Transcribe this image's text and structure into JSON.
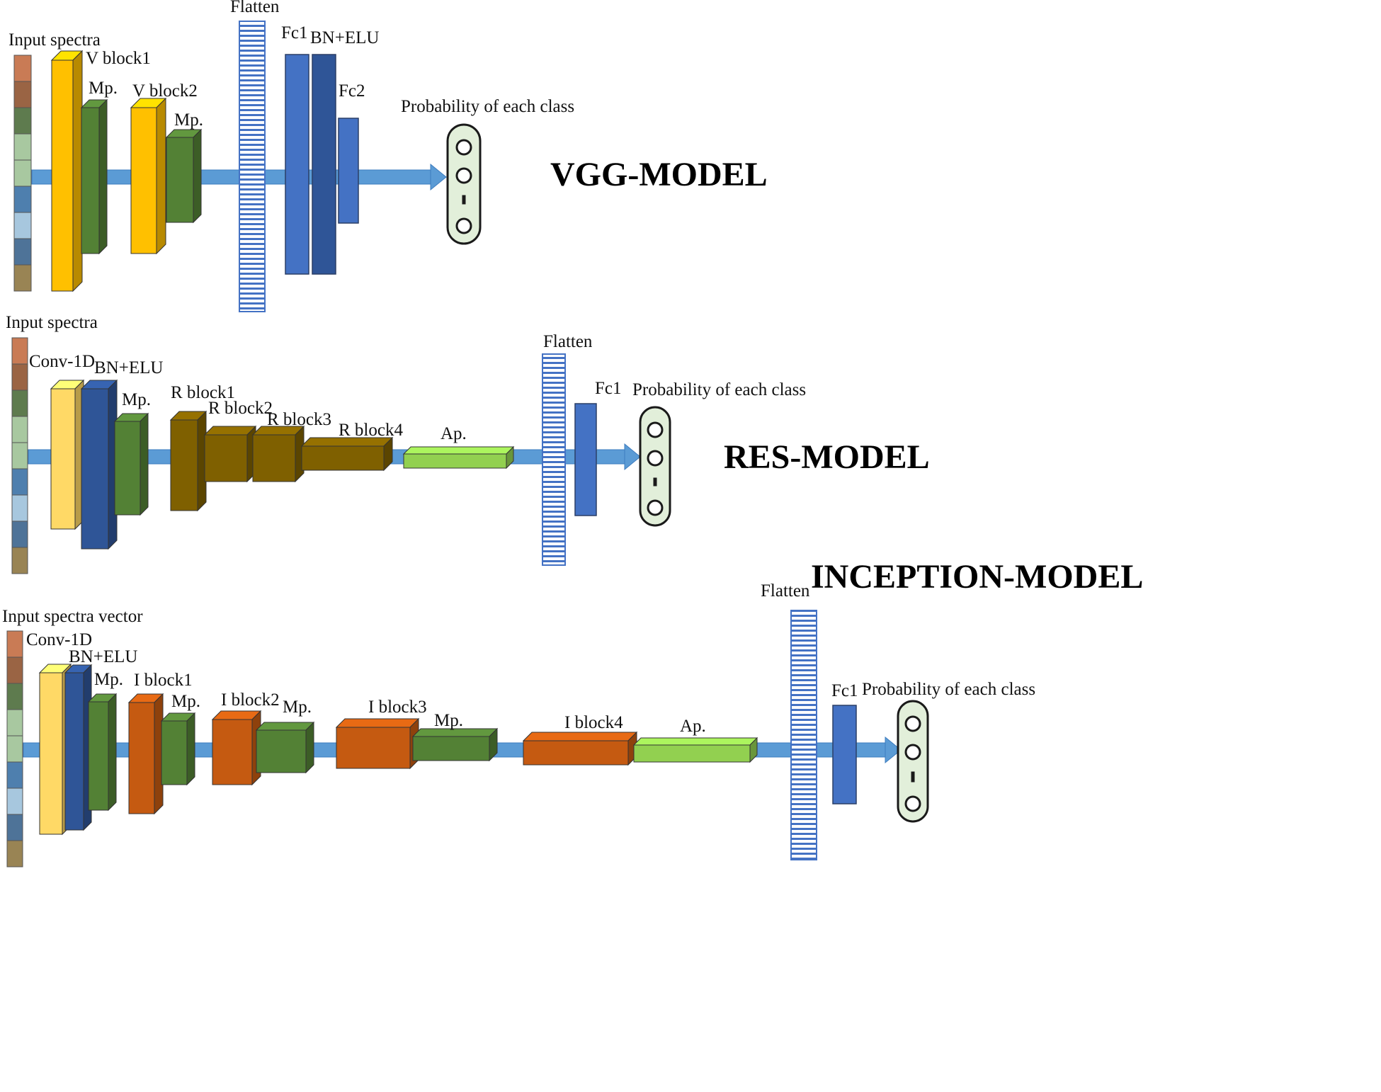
{
  "colors": {
    "arrow": "#5B9BD5",
    "arrow_edge": "#3E7CBF",
    "yellow": "#FFC000",
    "light_yellow": "#FFD966",
    "green": "#538135",
    "dark_blue": "#2F5597",
    "blue": "#4472C4",
    "brown": "#7F6000",
    "light_green": "#92D050",
    "orange": "#C55A11",
    "output_fill": "#E2EFDA",
    "flatten_stripe": "#4472C4"
  },
  "input_vector_colors": [
    "#C97B55",
    "#9A6444",
    "#5E7B4E",
    "#A8C8A0",
    "#A8C8A0",
    "#4E7FAE",
    "#A7C7DE",
    "#4E7398",
    "#998454"
  ],
  "icons": {
    "output": "output-node-circles-icon",
    "flatten": "flatten-striped-bar-icon"
  },
  "vgg": {
    "title": "VGG-MODEL",
    "labels": {
      "input": "Input spectra",
      "vblock1": "V block1",
      "mp1": "Mp.",
      "vblock2": "V block2",
      "mp2": "Mp.",
      "flatten": "Flatten",
      "fc1": "Fc1",
      "bn_elu": "BN+ELU",
      "fc2": "Fc2",
      "prob": "Probability of each class"
    }
  },
  "res": {
    "title": "RES-MODEL",
    "labels": {
      "input": "Input spectra",
      "conv": "Conv-1D",
      "bn_elu": "BN+ELU",
      "mp": "Mp.",
      "rblock1": "R block1",
      "rblock2": "R block2",
      "rblock3": "R block3",
      "rblock4": "R block4",
      "ap": "Ap.",
      "flatten": "Flatten",
      "fc1": "Fc1",
      "prob": "Probability of each class"
    }
  },
  "inception": {
    "title": "INCEPTION-MODEL",
    "labels": {
      "input": "Input spectra vector",
      "conv": "Conv-1D",
      "bn_elu": "BN+ELU",
      "mp1": "Mp.",
      "iblock1": "I block1",
      "mp2": "Mp.",
      "iblock2": "I block2",
      "mp3": "Mp.",
      "iblock3": "I block3",
      "mp4": "Mp.",
      "iblock4": "I block4",
      "ap": "Ap.",
      "flatten": "Flatten",
      "fc1": "Fc1",
      "prob": "Probability of each class"
    }
  }
}
